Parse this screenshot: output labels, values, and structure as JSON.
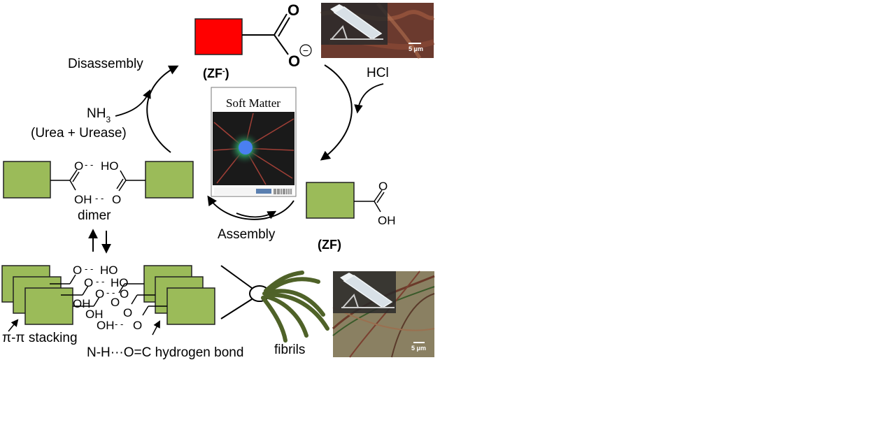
{
  "labels": {
    "disassembly": "Disassembly",
    "nh3_main": "NH",
    "nh3_sub": "3",
    "urea": "(Urea + Urease)",
    "zf_minus_main": "(ZF",
    "zf_minus_sup": "-",
    "zf_minus_close": ")",
    "hcl": "HCl",
    "assembly": "Assembly",
    "zf": "(ZF)",
    "dimer": "dimer",
    "pi_stacking": "π-π stacking",
    "hbond": "N-H···O=C hydrogen bond",
    "fibrils": "fibrils",
    "scale_top": "5 μm",
    "scale_bottom": "5 μm"
  },
  "chem": {
    "o_top": "O",
    "o_minus": "O",
    "minus_sign": "−",
    "zf_o": "O",
    "zf_oh": "OH",
    "dimer_o1": "O",
    "dimer_ho": "HO",
    "dimer_oh": "OH",
    "dimer_o2": "O",
    "stack_o1": "O",
    "stack_ho1": "HO",
    "stack_o2": "O",
    "stack_ho2": "HO",
    "stack_o3": "O",
    "stack_ho3": "O",
    "stack_oh1": "OH",
    "stack_o4": "O",
    "stack_oh2": "OH",
    "stack_o5": "O",
    "stack_oh3": "OH",
    "stack_o6": "O"
  },
  "cover": {
    "journal_title": "Soft Matter"
  },
  "colors": {
    "zf_minus_block": "#ff0000",
    "zf_block": "#9bbb59",
    "fibril": "#4f6228",
    "cover_bg": "#1a1a1a",
    "photo_top_bg": "#6b3a2e",
    "photo_bottom_bg": "#8a8062"
  }
}
